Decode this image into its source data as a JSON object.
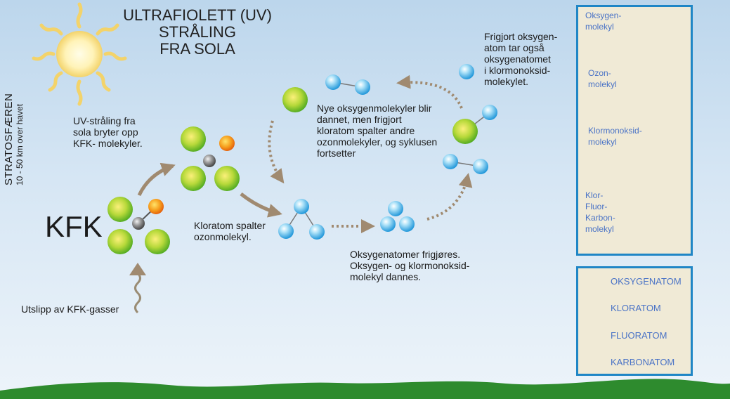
{
  "title_lines": "ULTRAFIOLETT (UV)\nSTRÅLING\nFRA SOLA",
  "stratosphere": {
    "title": "STRATOSFÆREN",
    "range": "10 - 50 km over havet"
  },
  "kfk": "KFK",
  "captions": {
    "uv_breaks": "UV-stråling fra\nsola bryter opp\nKFK- molekyler.",
    "emission": "Utslipp av KFK-gasser",
    "chlorine_splits": "Kloratom spalter\nozonmolekyl.",
    "oxygen_freed": "Oksygenatomer frigjøres.\nOksygen- og klormonoksid-\nmolekyl dannes.",
    "free_oxygen": "Frigjort oksygen-\natom tar også\noksygenatomet\ni klormonoksid-\nmolekylet.",
    "new_molecules": "Nye oksygenmolekyler blir\ndannet, men frigjort\nkloratom spalter andre\nozonmolekyler, og syklusen\nfortsetter"
  },
  "molecule_legend": [
    {
      "label": "Oksygen-\nmolekyl"
    },
    {
      "label": "Ozon-\nmolekyl"
    },
    {
      "label": "Klormonoksid-\nmolekyl"
    },
    {
      "label": "Klor-\nFluor-\nKarbon-\nmolekyl"
    }
  ],
  "atom_legend": [
    {
      "label": "OKSYGENATOM",
      "color": "#2aa4e4"
    },
    {
      "label": "KLORATOM",
      "color": "#7cbf1e"
    },
    {
      "label": "FLUORATOM",
      "color": "#f07a10"
    },
    {
      "label": "KARBONATOM",
      "color": "#707070"
    }
  ],
  "colors": {
    "box_border": "#1f86c6",
    "box_fill": "#f0ead6",
    "legend_text": "#4a73c6",
    "arrow": "#a08a70",
    "ground": "#2e8b2e"
  }
}
